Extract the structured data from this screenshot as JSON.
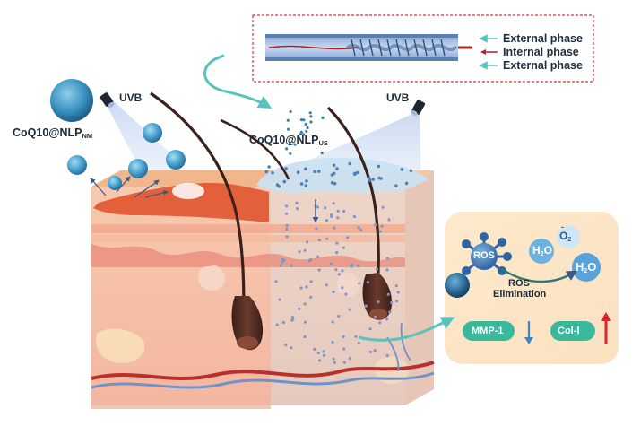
{
  "phases": {
    "external_top": "External phase",
    "internal": "Internal phase",
    "external_bottom": "External phase"
  },
  "nanoparticles": {
    "nm_base": "CoQ10@NLP",
    "nm_sub": "NM",
    "us_base": "CoQ10@NLP",
    "us_sub": "US"
  },
  "uvb": {
    "left": "UVB",
    "right": "UVB"
  },
  "mechanism": {
    "ros": "ROS",
    "elimination_line1": "ROS",
    "elimination_line2": "Elimination",
    "h2o_left_base": "H",
    "h2o_left_sub": "2",
    "h2o_left_tail": "O",
    "o2_base": "O",
    "o2_sub": "2",
    "o2_mark": "-",
    "h2o_right_base": "H",
    "h2o_right_sub": "2",
    "h2o_right_tail": "O",
    "mmp1": "MMP-1",
    "col1": "Col-Ⅰ"
  },
  "colors": {
    "teal_arrow": "#56c3bd",
    "chip_green": "#39b89c",
    "dark_red": "#b21f24",
    "down_arrow_blue": "#3f86c8",
    "up_arrow_red": "#d9252c",
    "particle_blue": "#4aa6d4",
    "skin_epidermis": "#f3c39e",
    "skin_dermis": "#f6c9b6",
    "blood_red": "#b8302c",
    "blood_blue": "#6f92c9"
  }
}
